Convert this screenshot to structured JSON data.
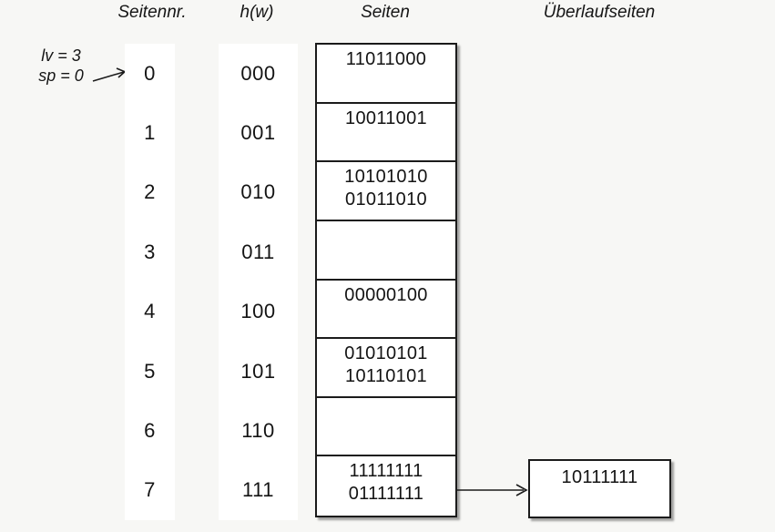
{
  "diagram": {
    "headers": {
      "page_number": "Seitennr.",
      "hash": "h(w)",
      "pages": "Seiten",
      "overflow_pages": "Überlaufseiten"
    },
    "annotation": {
      "level": "lv = 3",
      "split_pointer": "sp = 0"
    },
    "rows": [
      {
        "page_no": "0",
        "hash": "000",
        "entries": [
          "11011000",
          ""
        ]
      },
      {
        "page_no": "1",
        "hash": "001",
        "entries": [
          "10011001",
          ""
        ]
      },
      {
        "page_no": "2",
        "hash": "010",
        "entries": [
          "10101010",
          "01011010"
        ]
      },
      {
        "page_no": "3",
        "hash": "011",
        "entries": [
          "",
          ""
        ]
      },
      {
        "page_no": "4",
        "hash": "100",
        "entries": [
          "00000100",
          ""
        ]
      },
      {
        "page_no": "5",
        "hash": "101",
        "entries": [
          "01010101",
          "10110101"
        ]
      },
      {
        "page_no": "6",
        "hash": "110",
        "entries": [
          "",
          ""
        ]
      },
      {
        "page_no": "7",
        "hash": "111",
        "entries": [
          "11111111",
          "01111111"
        ]
      }
    ],
    "overflow": {
      "linked_page_no": "7",
      "entries": [
        "10111111"
      ]
    },
    "colors": {
      "background": "#f7f7f5",
      "box_background": "#ffffff",
      "border": "#1b1b1b",
      "text": "#141414"
    }
  }
}
